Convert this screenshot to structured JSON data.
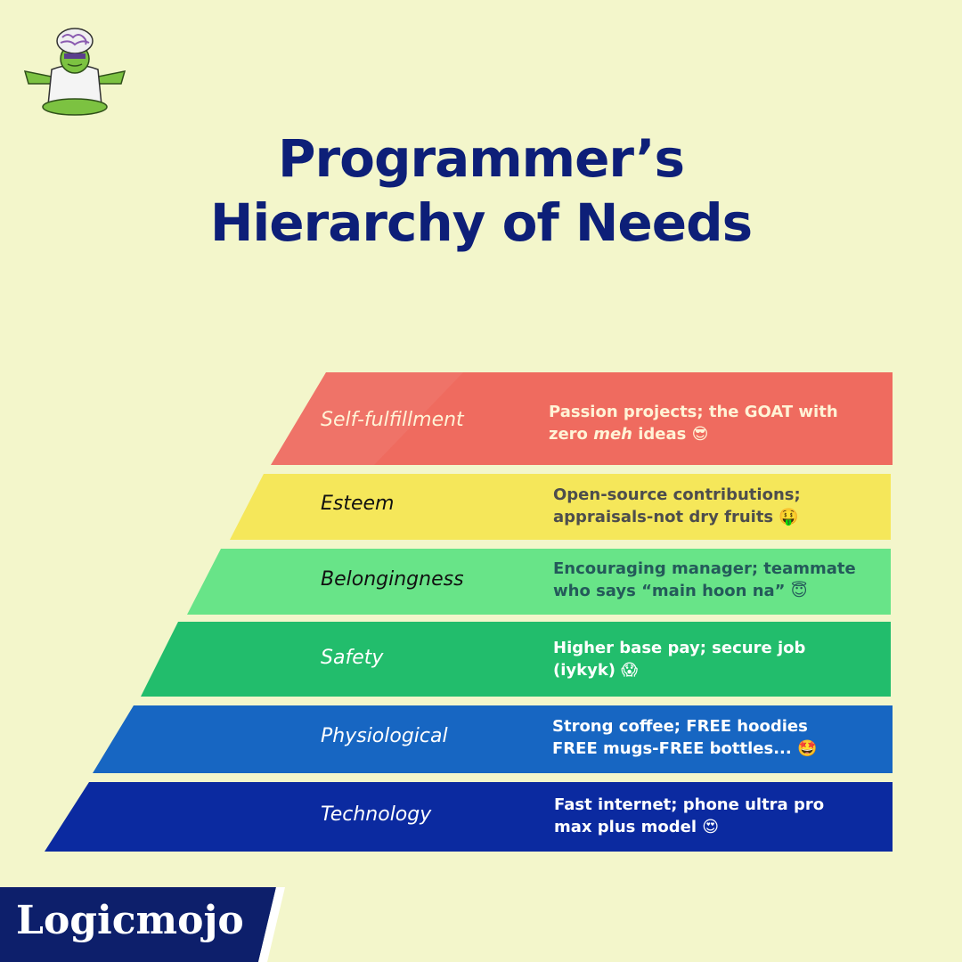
{
  "title": {
    "line1": "Programmer’s",
    "line2": "Hierarchy of Needs"
  },
  "mascot": {
    "icon": "mojo-jojo-meditating-icon"
  },
  "tiers": [
    {
      "name": "Self-fulfillment",
      "desc_line1": "Passion projects; the GOAT with",
      "desc_line2_pre": "zero ",
      "desc_line2_em": "meh",
      "desc_line2_post": " ideas 😎",
      "color": "#ef6b5f",
      "text_color": "#fff3d6"
    },
    {
      "name": "Esteem",
      "desc_line1": "Open-source contributions;",
      "desc_line2": "appraisals-not dry fruits 🤑",
      "color": "#f5e75a",
      "text_color": "#4d4d4d"
    },
    {
      "name": "Belongingness",
      "desc_line1": "Encouraging manager; teammate",
      "desc_line2": "who says “main hoon na” 😇",
      "color": "#68e488",
      "text_color": "#245a5a"
    },
    {
      "name": "Safety",
      "desc_line1": "Higher base pay; secure job",
      "desc_line2": "(iykyk) 😱",
      "color": "#22bd6c",
      "text_color": "#ffffff"
    },
    {
      "name": "Physiological",
      "desc_line1": "Strong coffee; FREE hoodies",
      "desc_line2": "FREE mugs-FREE bottles... 🤩",
      "color": "#1766c2",
      "text_color": "#ffffff"
    },
    {
      "name": "Technology",
      "desc_line1": "Fast internet; phone ultra pro",
      "desc_line2": "max plus model 😍",
      "color": "#0b2aa0",
      "text_color": "#ffffff"
    }
  ],
  "brand": {
    "name": "Logicmojo",
    "color": "#0d1f6b"
  },
  "colors": {
    "background": "#f3f6cb",
    "title": "#0d1f78"
  }
}
